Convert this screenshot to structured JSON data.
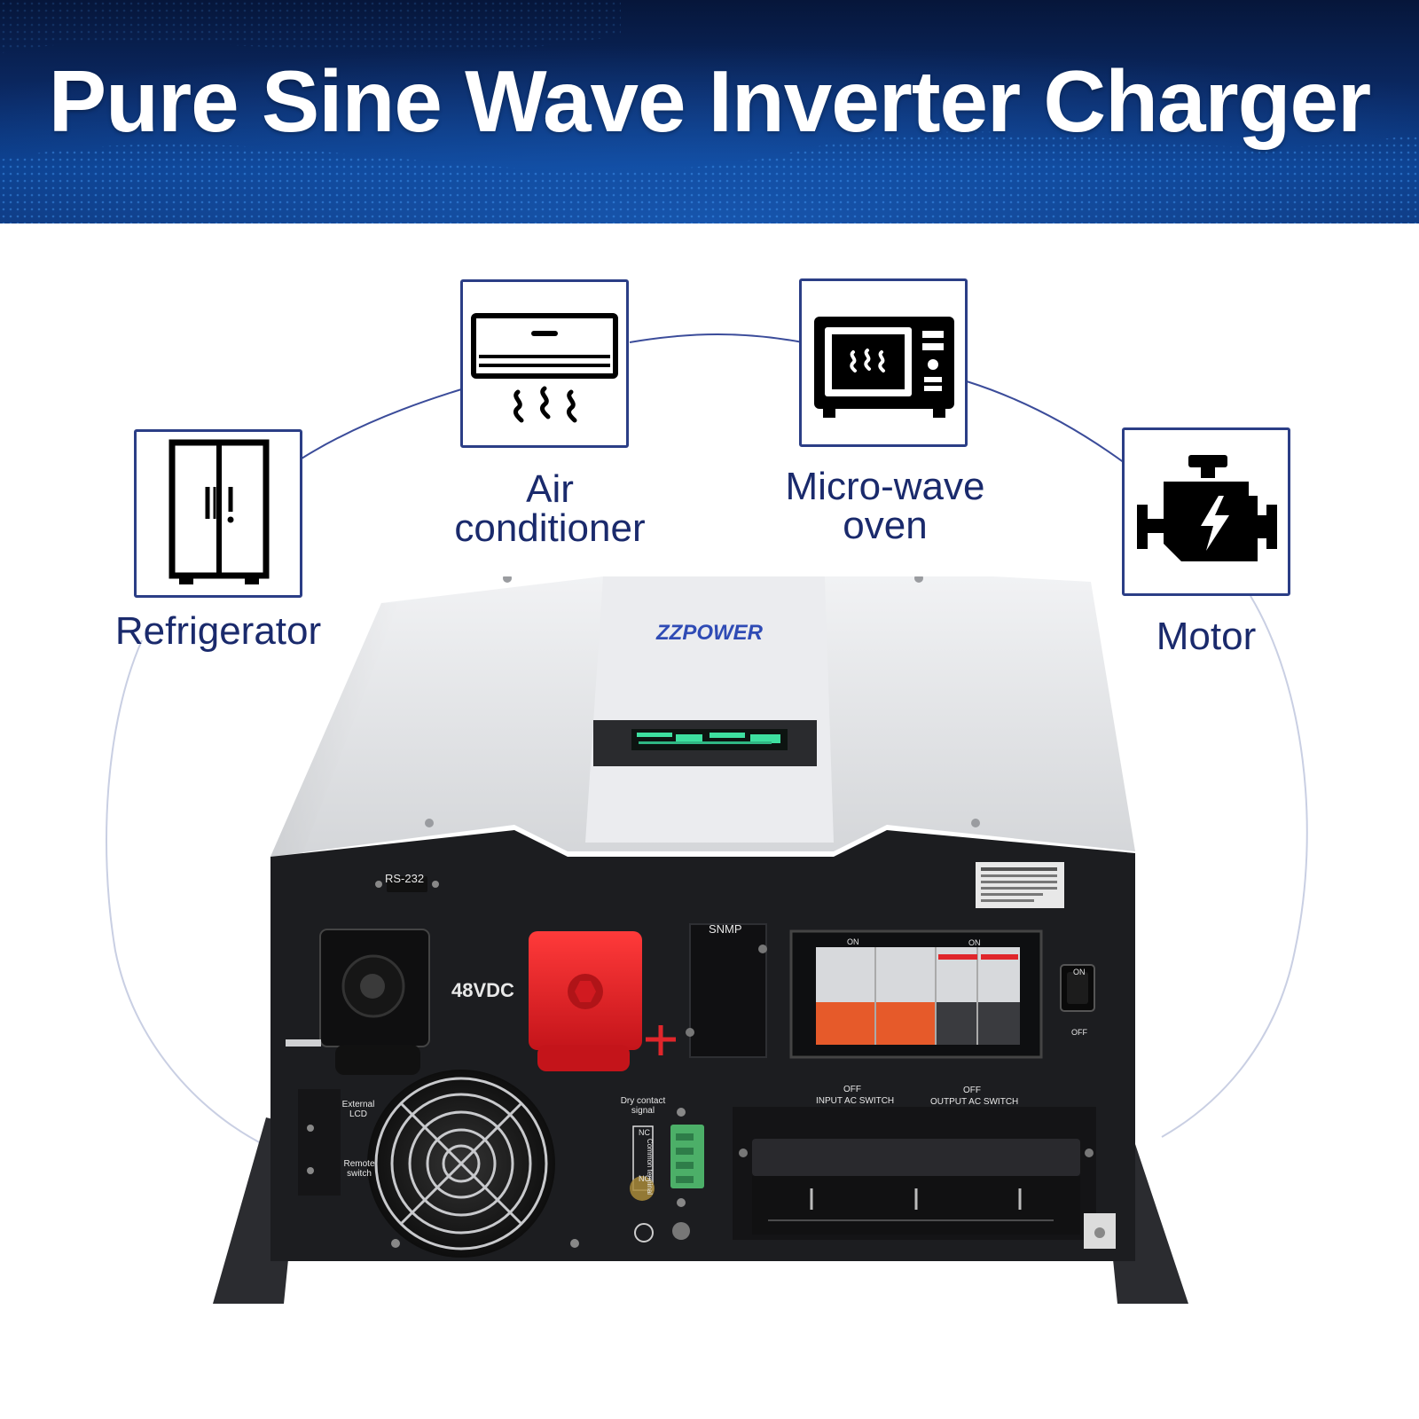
{
  "banner": {
    "title": "Pure Sine Wave Inverter Charger"
  },
  "appliances": [
    {
      "label": "Refrigerator",
      "icon": "refrigerator-icon"
    },
    {
      "label_line1": "Air",
      "label_line2": "conditioner",
      "icon": "air-conditioner-icon"
    },
    {
      "label_line1": "Micro-wave",
      "label_line2": "oven",
      "icon": "microwave-oven-icon"
    },
    {
      "label": "Motor",
      "icon": "motor-icon"
    }
  ],
  "product": {
    "brand": "ZZPOWER",
    "rs232": "RS-232",
    "voltage": "48VDC",
    "snmp": "SNMP",
    "on1": "ON",
    "on2": "ON",
    "off1": "OFF",
    "off2": "OFF",
    "input_switch": "INPUT AC SWITCH",
    "output_switch": "OUTPUT AC SWITCH",
    "power_on": "ON",
    "power_off": "OFF",
    "external_lcd": "External LCD",
    "remote_switch": "Remote switch",
    "dry_contact": "Dry contact signal",
    "nc": "NC",
    "common": "Common terminal",
    "no": "NO"
  },
  "colors": {
    "banner_dark": "#06163a",
    "banner_accent": "#0a3a85",
    "line_blue": "#2b3e86",
    "terminal_red": "#e0262b"
  }
}
